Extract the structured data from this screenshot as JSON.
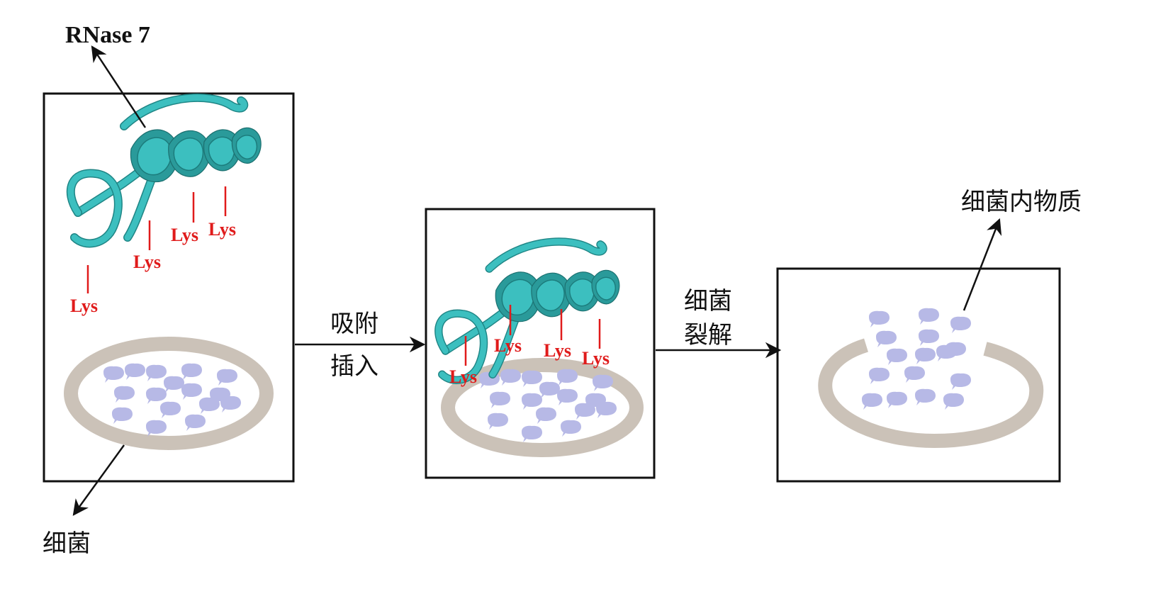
{
  "labels": {
    "protein_name": "RNase 7",
    "bacteria": "细菌",
    "step1_line1": "吸附",
    "step1_line2": "插入",
    "step2_line1": "细菌",
    "step2_line2": "裂解",
    "contents": "细菌内物质",
    "lys": "Lys"
  },
  "colors": {
    "protein": "#3cbfbf",
    "lysine_marker": "#e01b1b",
    "membrane": "#cbc2b8",
    "cytoplasm_particles": "#b7b9e6"
  }
}
